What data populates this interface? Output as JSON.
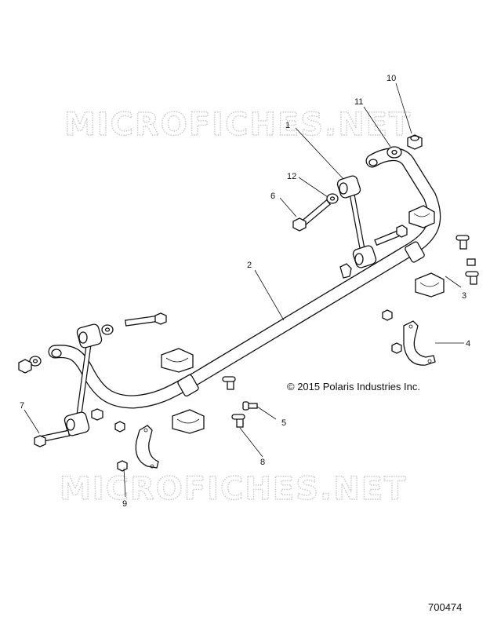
{
  "watermark": {
    "text": "MICROFICHES.NET"
  },
  "copyright": "© 2015 Polaris Industries Inc.",
  "drawing_number": "700474",
  "callouts": [
    "1",
    "2",
    "3",
    "4",
    "5",
    "6",
    "7",
    "8",
    "9",
    "10",
    "11",
    "12"
  ]
}
